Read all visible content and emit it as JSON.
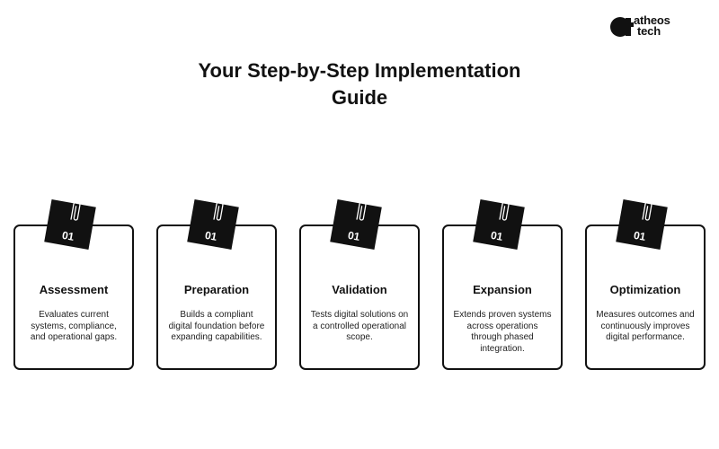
{
  "logo": {
    "line1": "atheos",
    "line2": "tech"
  },
  "title_line1": "Your Step-by-Step Implementation",
  "title_line2": "Guide",
  "steps": [
    {
      "number": "01",
      "title": "Assessment",
      "description": "Evaluates current systems, compliance, and operational gaps."
    },
    {
      "number": "01",
      "title": "Preparation",
      "description": "Builds a compliant digital foundation before expanding capabilities."
    },
    {
      "number": "01",
      "title": "Validation",
      "description": "Tests digital solutions on a controlled operational scope."
    },
    {
      "number": "01",
      "title": "Expansion",
      "description": "Extends proven systems across operations through phased integration."
    },
    {
      "number": "01",
      "title": "Optimization",
      "description": "Measures outcomes and continuously improves digital performance."
    }
  ]
}
